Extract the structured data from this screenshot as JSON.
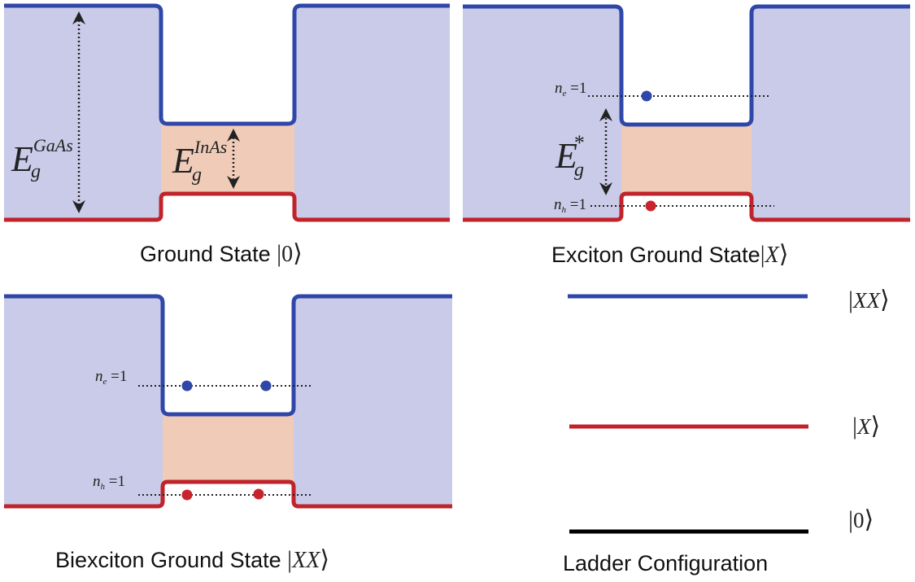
{
  "colors": {
    "barrier_fill": "#c9cbe8",
    "well_fill": "#f0cbb8",
    "conduction_band": "#2f47a8",
    "valence_band": "#c0232a",
    "electron": "#2f47a8",
    "hole": "#c9242b",
    "ground_level": "#000000"
  },
  "panels": {
    "ground": {
      "caption": "Ground State ",
      "ket": "0",
      "barrier_gap_label": {
        "main": "E",
        "sub": "g",
        "sup": "GaAs"
      },
      "well_gap_label": {
        "main": "E",
        "sub": "g",
        "sup": "InAs"
      },
      "electrons": 0,
      "holes": 0
    },
    "exciton": {
      "caption": "Exciton Ground State",
      "ket": "X",
      "gap_label": {
        "main": "E",
        "sub": "g",
        "sup": "*"
      },
      "electron_level_label": {
        "main": "n",
        "sub": "e",
        "rhs": " =1"
      },
      "hole_level_label": {
        "main": "n",
        "sub": "h",
        "rhs": " =1"
      },
      "electrons": 1,
      "holes": 1
    },
    "biexciton": {
      "caption": "Biexciton Ground State ",
      "ket": "XX",
      "electron_level_label": {
        "main": "n",
        "sub": "e",
        "rhs": " =1"
      },
      "hole_level_label": {
        "main": "n",
        "sub": "h",
        "rhs": " =1"
      },
      "electrons": 2,
      "holes": 2
    },
    "ladder": {
      "caption": "Ladder Configuration",
      "levels": [
        {
          "ket": "XX",
          "color": "#2f47a8"
        },
        {
          "ket": "X",
          "color": "#c0232a"
        },
        {
          "ket": "0",
          "color": "#000000"
        }
      ]
    }
  },
  "ket_bra": {
    "left": "|",
    "right": "⟩"
  }
}
